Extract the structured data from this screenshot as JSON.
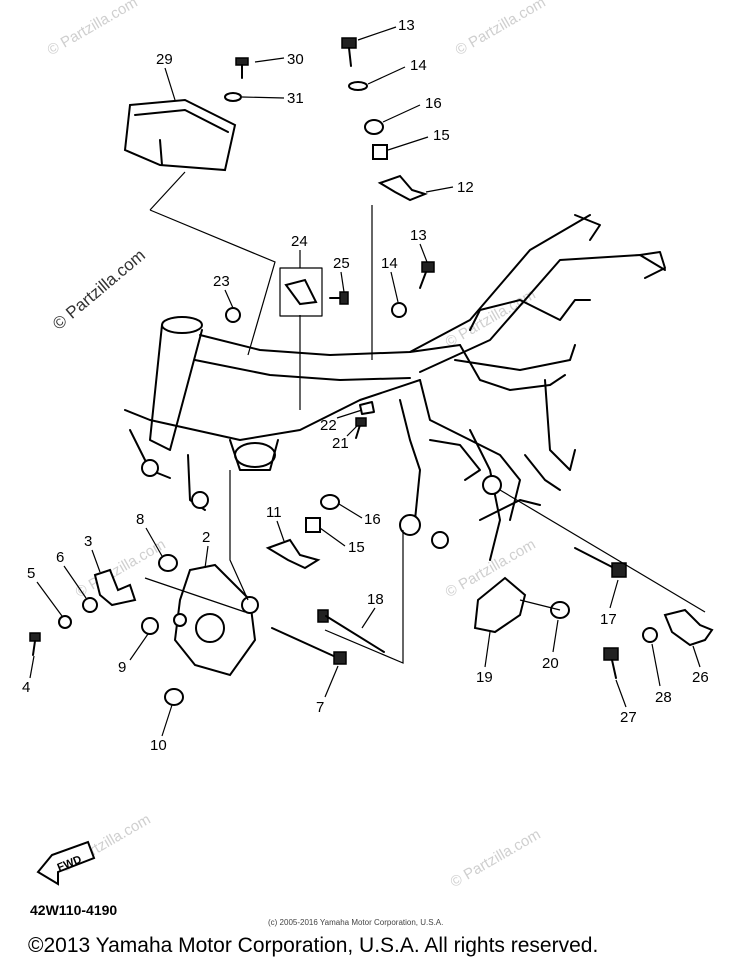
{
  "watermarks": [
    "© Partzilla.com",
    "© Partzilla.com",
    "© Partzilla.com",
    "© Partzilla.com",
    "© Partzilla.com",
    "© Partzilla.com",
    "© Partzilla.com",
    "© Partzilla.com"
  ],
  "callouts": [
    "29",
    "30",
    "31",
    "13",
    "14",
    "16",
    "15",
    "12",
    "24",
    "25",
    "23",
    "13",
    "14",
    "22",
    "21",
    "16",
    "15",
    "11",
    "8",
    "2",
    "3",
    "6",
    "5",
    "4",
    "9",
    "10",
    "7",
    "18",
    "19",
    "20",
    "17",
    "28",
    "26",
    "27"
  ],
  "fwd_label": "FWD",
  "diagram_code": "42W110-4190",
  "small_copyright": "(c) 2005-2016 Yamaha Motor Corporation, U.S.A.",
  "footer_copyright": "©2013 Yamaha Motor Corporation, U.S.A. All rights reserved."
}
